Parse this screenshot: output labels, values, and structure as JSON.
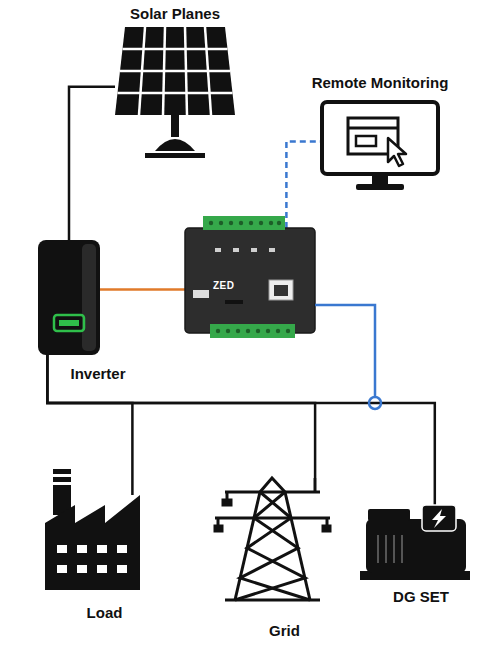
{
  "diagram": {
    "nodes": [
      {
        "text": [
          "Solar Planes"
        ]
      },
      {
        "text": [
          "Remote Monitoring"
        ]
      },
      {
        "text": [
          "ZED"
        ]
      },
      {
        "text": [
          "Inverter"
        ]
      },
      {
        "text": [
          "Load"
        ]
      },
      {
        "text": [
          "Grid"
        ]
      },
      {
        "text": [
          "DG SET"
        ]
      }
    ],
    "edges": [
      {
        "from": 0,
        "to": 3,
        "arrow": "none"
      },
      {
        "from": 2,
        "to": 1,
        "arrow": "none"
      },
      {
        "from": 3,
        "to": 2,
        "arrow": "none"
      },
      {
        "from": 3,
        "to": 4,
        "arrow": "none"
      },
      {
        "from": 3,
        "to": 5,
        "arrow": "none"
      },
      {
        "from": 3,
        "to": 6,
        "arrow": "none"
      }
    ]
  }
}
